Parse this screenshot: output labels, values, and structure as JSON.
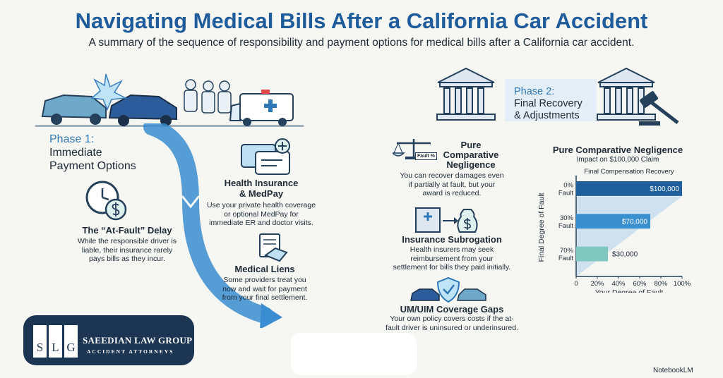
{
  "header": {
    "title": "Navigating Medical Bills After a California Car Accident",
    "subtitle": "A summary of the sequence of responsibility and payment options for medical bills after a California car accident."
  },
  "phase1": {
    "label": "Phase 1:",
    "title_line1": "Immediate",
    "title_line2": "Payment Options",
    "at_fault": {
      "title": "The “At-Fault” Delay",
      "desc": [
        "While the responsible driver is",
        "liable, their insurance rarely",
        "pays bills as they incur."
      ]
    },
    "health": {
      "title_line1": "Health Insurance",
      "title_line2": "& MedPay",
      "desc": [
        "Use your private health coverage",
        "or optional MedPay for",
        "immediate ER and doctor visits."
      ]
    },
    "liens": {
      "title": "Medical Liens",
      "desc": [
        "Some providers treat you",
        "now and wait for payment",
        "from your final settlement."
      ]
    }
  },
  "phase2": {
    "label": "Phase 2:",
    "title_line1": "Final Recovery",
    "title_line2": "& Adjustments",
    "pcn": {
      "title_line1": "Pure",
      "title_line2": "Comparative",
      "title_line3": "Negligence",
      "icon_label": "Fault %",
      "desc": [
        "You can recover damages even",
        "if partially at fault, but your",
        "award is reduced."
      ]
    },
    "subrogation": {
      "title": "Insurance Subrogation",
      "desc": [
        "Health insurers may seek",
        "reimbursement from your",
        "settlement for bills they paid initially."
      ]
    },
    "uim": {
      "title": "UM/UIM Coverage Gaps",
      "desc": [
        "Your own policy covers costs if the at-",
        "fault driver is uninsured or underinsured."
      ]
    }
  },
  "chart_data": {
    "type": "bar",
    "orientation": "horizontal",
    "title": "Pure Comparative Negligence",
    "subtitle": "Impact on $100,000 Claim",
    "inner_title": "Final Compensation Recovery",
    "categories": [
      "0% Fault",
      "30% Fault",
      "70% Fault"
    ],
    "category_lines": [
      [
        "0%",
        "Fault"
      ],
      [
        "30%",
        "Fault"
      ],
      [
        "70%",
        "Fault"
      ]
    ],
    "values": [
      100,
      70,
      30
    ],
    "value_labels": [
      "$100,000",
      "$70,000",
      "$30,000"
    ],
    "xlabel": "Your Degree of Fault",
    "ylabel": "Final Degree of Fault",
    "xlim": [
      0,
      100
    ],
    "xticks": [
      "0",
      "20%",
      "40%",
      "60%",
      "80%",
      "100%"
    ],
    "colors": [
      "#1f5f9c",
      "#3a90cf",
      "#7fc8c0"
    ]
  },
  "logo": {
    "letters": [
      "S",
      "L",
      "G"
    ],
    "name": "SAEEDIAN LAW GROUP",
    "tagline": "ACCIDENT ATTORNEYS"
  },
  "footer": {
    "brand": "NotebookLM"
  }
}
